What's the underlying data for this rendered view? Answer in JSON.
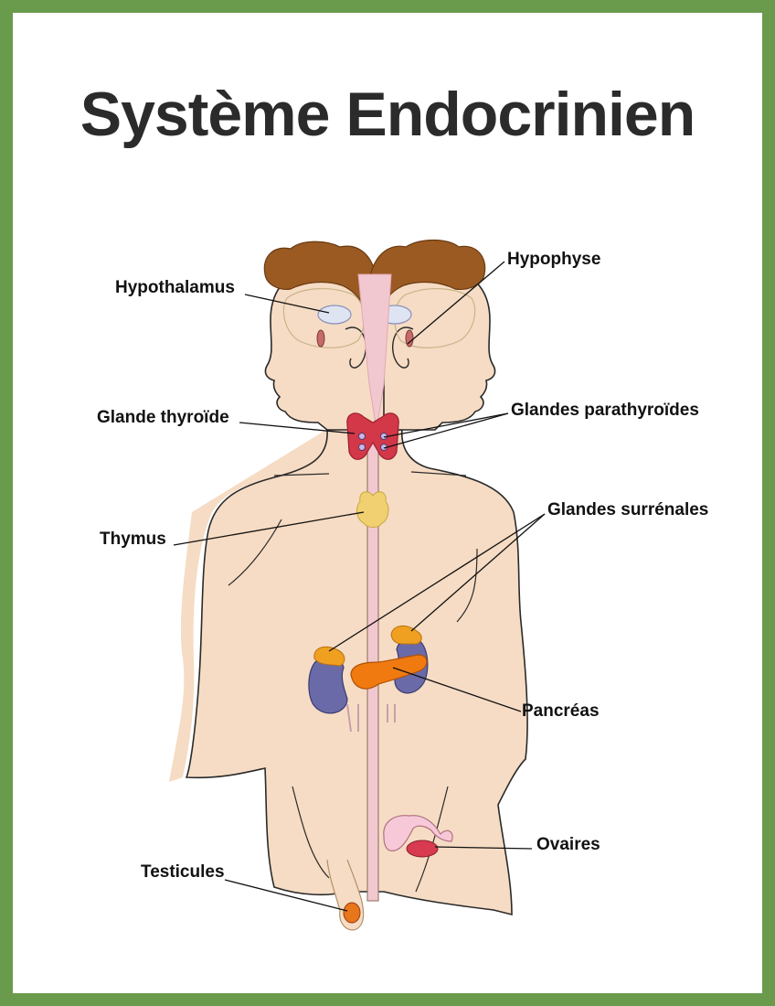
{
  "title": "Système Endocrinien",
  "colors": {
    "border": "#6a9a4c",
    "skin": "#f6dcc4",
    "hair": "#9a5a22",
    "thyroid": "#d23848",
    "kidney": "#6b6aa8",
    "adrenal": "#f0a020",
    "pancreas": "#f07a10",
    "thymus": "#f0d070",
    "ovary": "#d83a50"
  },
  "labels": {
    "hypothalamus": "Hypothalamus",
    "hypophyse": "Hypophyse",
    "thyroide": "Glande thyroïde",
    "parathyroides": "Glandes parathyroïdes",
    "thymus": "Thymus",
    "surrenales": "Glandes surrénales",
    "pancreas": "Pancréas",
    "ovaires": "Ovaires",
    "testicules": "Testicules"
  }
}
